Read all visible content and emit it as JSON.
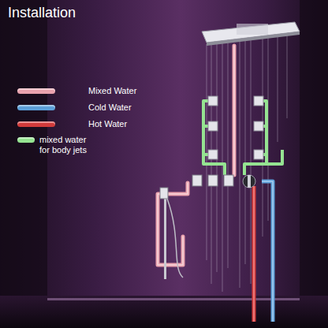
{
  "diagram": {
    "title": "Installation",
    "legend": [
      {
        "text": "Mixed Water",
        "color": "#e9a2ae"
      },
      {
        "text": "Cold Water",
        "color": "#5c9fd8"
      },
      {
        "text": "Hot Water",
        "color": "#d23b3b"
      },
      {
        "text": "mixed water for body jets",
        "color": "#95e391"
      }
    ]
  }
}
